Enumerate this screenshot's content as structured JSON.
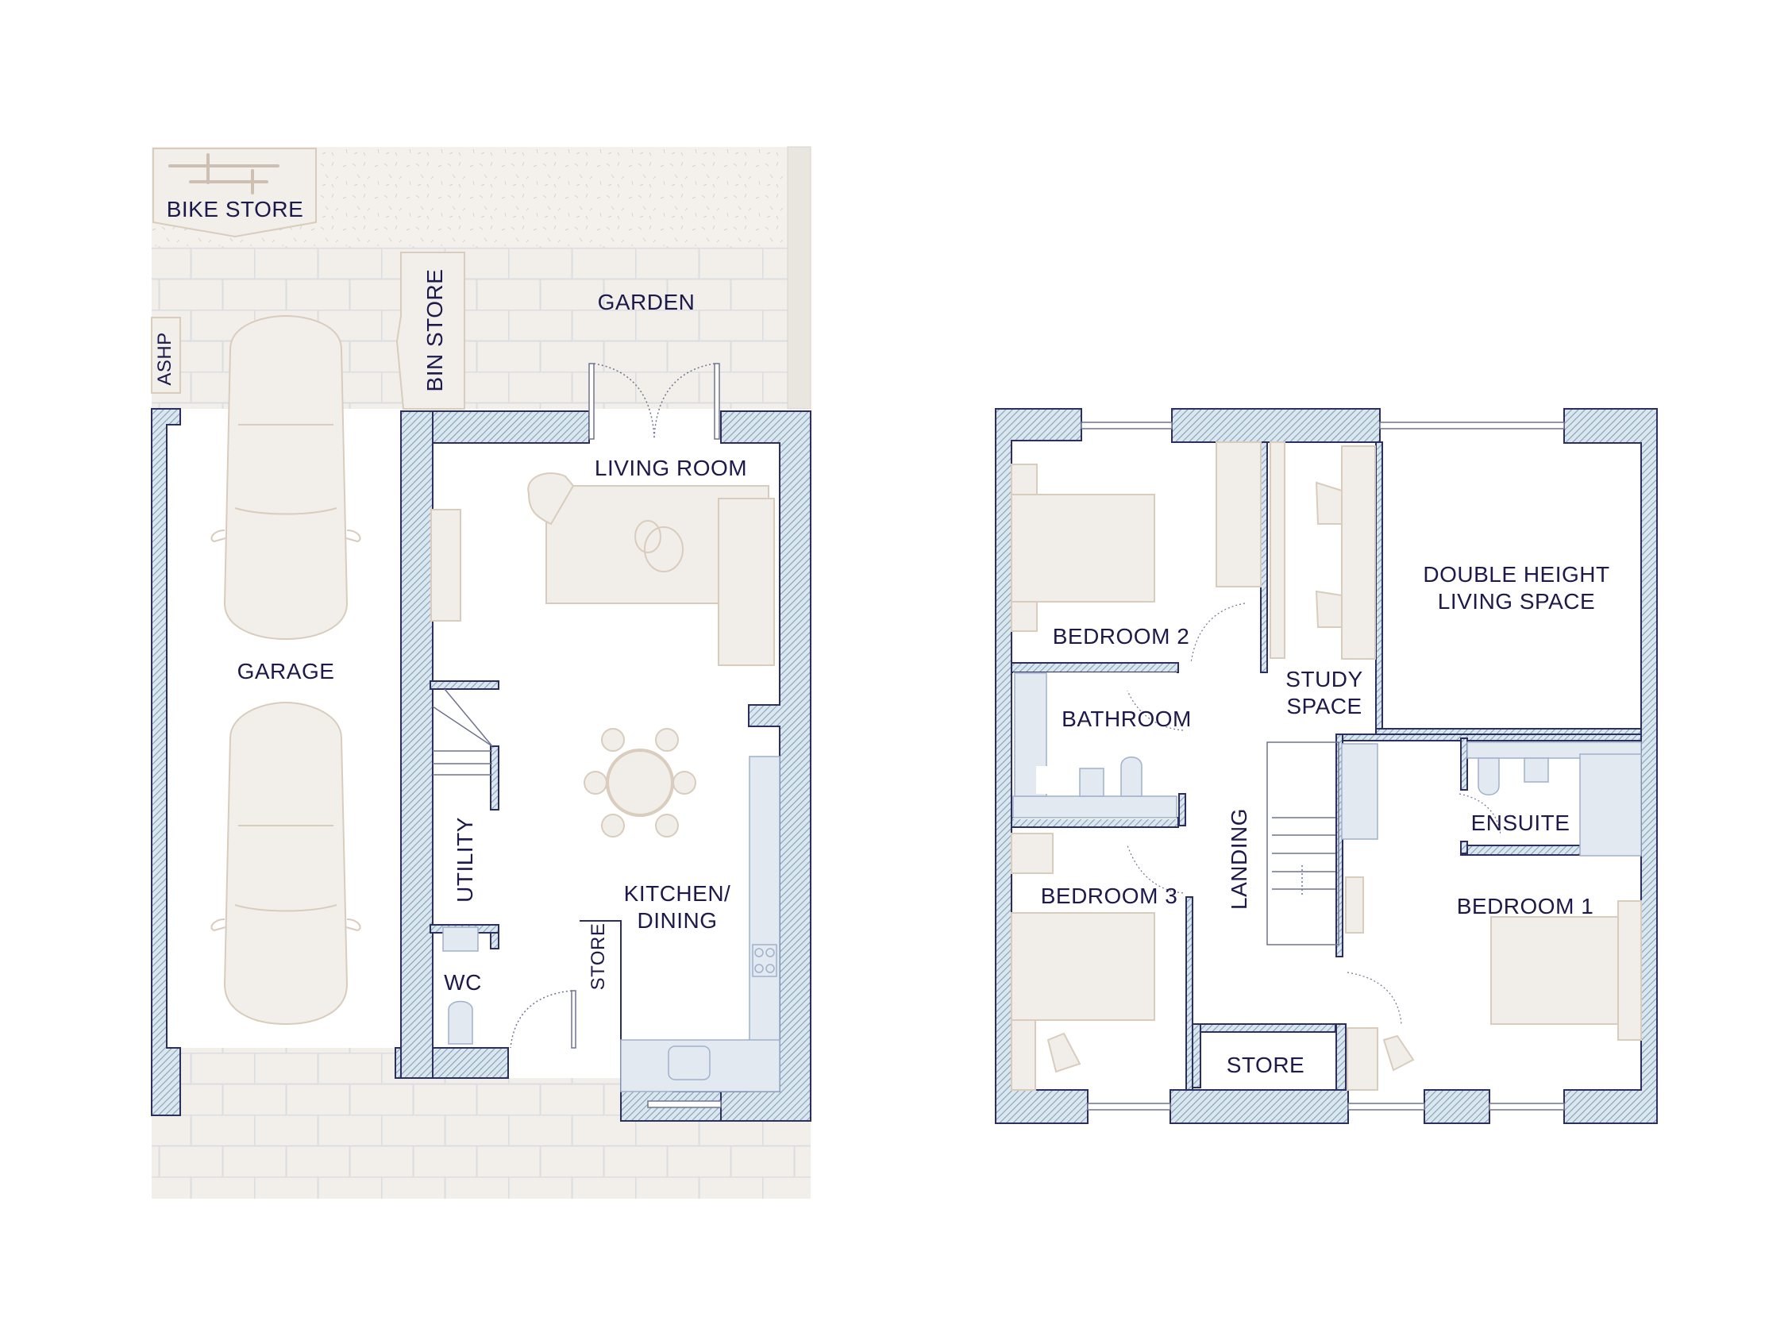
{
  "colors": {
    "wall_fill": "#c9d8e2",
    "wall_hatch": "#7fa3b8",
    "wall_outline": "#2c2f5e",
    "label": "#1b1a4a",
    "paving": "#f2efea",
    "paving_joint": "#dcdde3",
    "furniture": "#f1eee9",
    "furniture_line": "#d9ccbd",
    "sanitary": "#e3e9f1",
    "sanitary_line": "#9fb1cc"
  },
  "ground_floor": {
    "labels": {
      "bike_store": "BIKE STORE",
      "bin_store": "BIN STORE",
      "garden": "GARDEN",
      "ashp": "ASHP",
      "garage": "GARAGE",
      "living_room": "LIVING ROOM",
      "utility": "UTILITY",
      "wc": "WC",
      "store": "STORE",
      "kitchen_dining": "KITCHEN/\nDINING"
    }
  },
  "first_floor": {
    "labels": {
      "bedroom_2": "BEDROOM 2",
      "bathroom": "BATHROOM",
      "study_space": "STUDY\nSPACE",
      "double_height": "DOUBLE HEIGHT\nLIVING SPACE",
      "ensuite": "ENSUITE",
      "landing": "LANDING",
      "bedroom_3": "BEDROOM 3",
      "bedroom_1": "BEDROOM 1",
      "store": "STORE"
    }
  }
}
